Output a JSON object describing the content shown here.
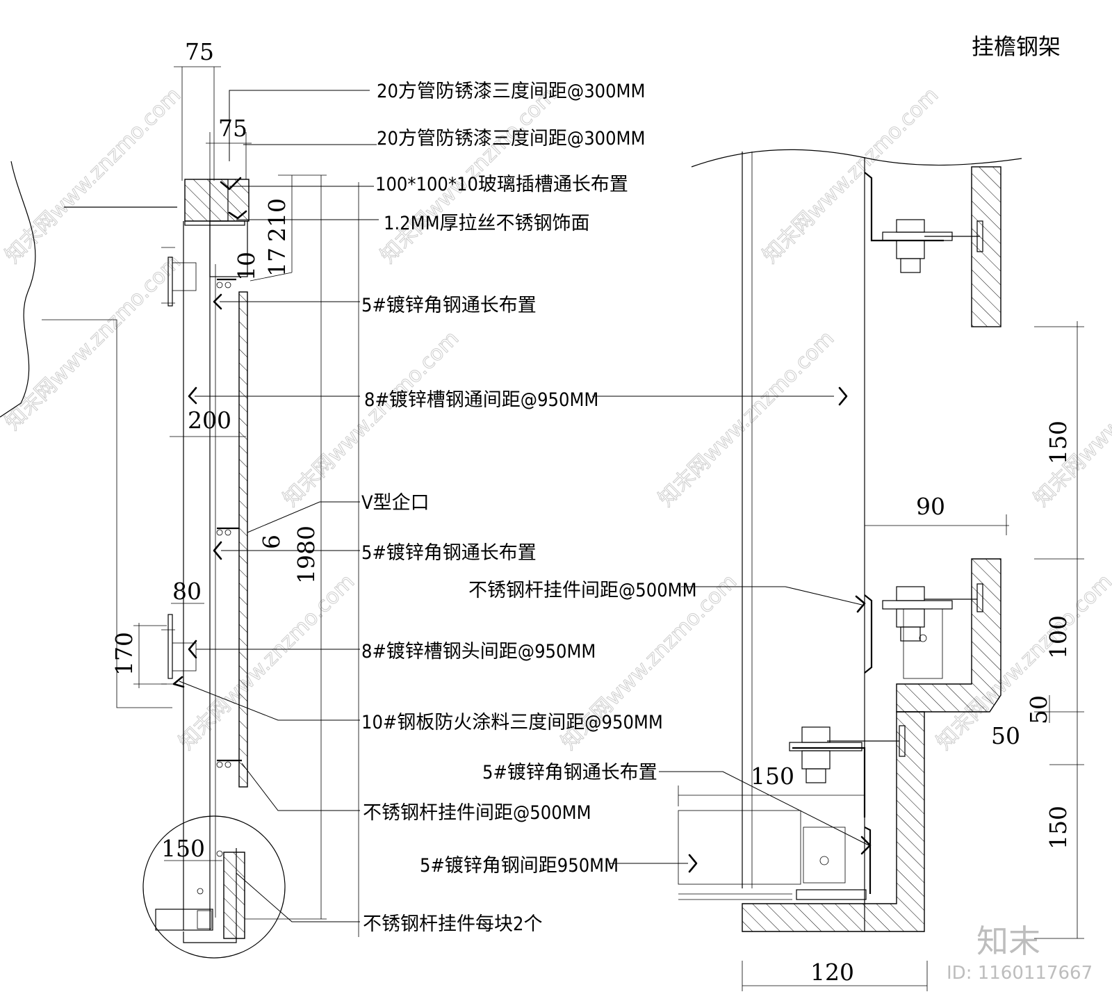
{
  "title": "挂檐钢架",
  "labels": {
    "l1": "20方管防锈漆三度间距@300MM",
    "l2": "20方管防锈漆三度间距@300MM",
    "l3": "100*100*10玻璃插槽通长布置",
    "l4": "1.2MM厚拉丝不锈钢饰面",
    "l5": "5#镀锌角钢通长布置",
    "l6": "8#镀锌槽钢通间距@950MM",
    "l7": "V型企口",
    "l8": "5#镀锌角钢通长布置",
    "l9": "不锈钢杆挂件间距@500MM",
    "l10": "8#镀锌槽钢头间距@950MM",
    "l11": "10#钢板防火涂料三度间距@950MM",
    "l12": "5#镀锌角钢通长布置",
    "l13": "不锈钢杆挂件间距@500MM",
    "l14": "5#镀锌角钢间距950MM",
    "l15": "不锈钢杆挂件每块2个"
  },
  "dims": {
    "d75a": "75",
    "d75b": "75",
    "d210": "210",
    "d17": "17",
    "d10": "10",
    "d200": "200",
    "d6": "6",
    "d1980": "1980",
    "d80": "80",
    "d170": "170",
    "d150a": "150",
    "d90": "90",
    "d150b": "150",
    "d100": "100",
    "d50a": "50",
    "d50b": "50",
    "d150c": "150",
    "d150d": "150",
    "d120": "120"
  },
  "watermark": {
    "text": "知末网www.znzmo.com",
    "logo": "知末",
    "id": "ID: 1160117667"
  }
}
